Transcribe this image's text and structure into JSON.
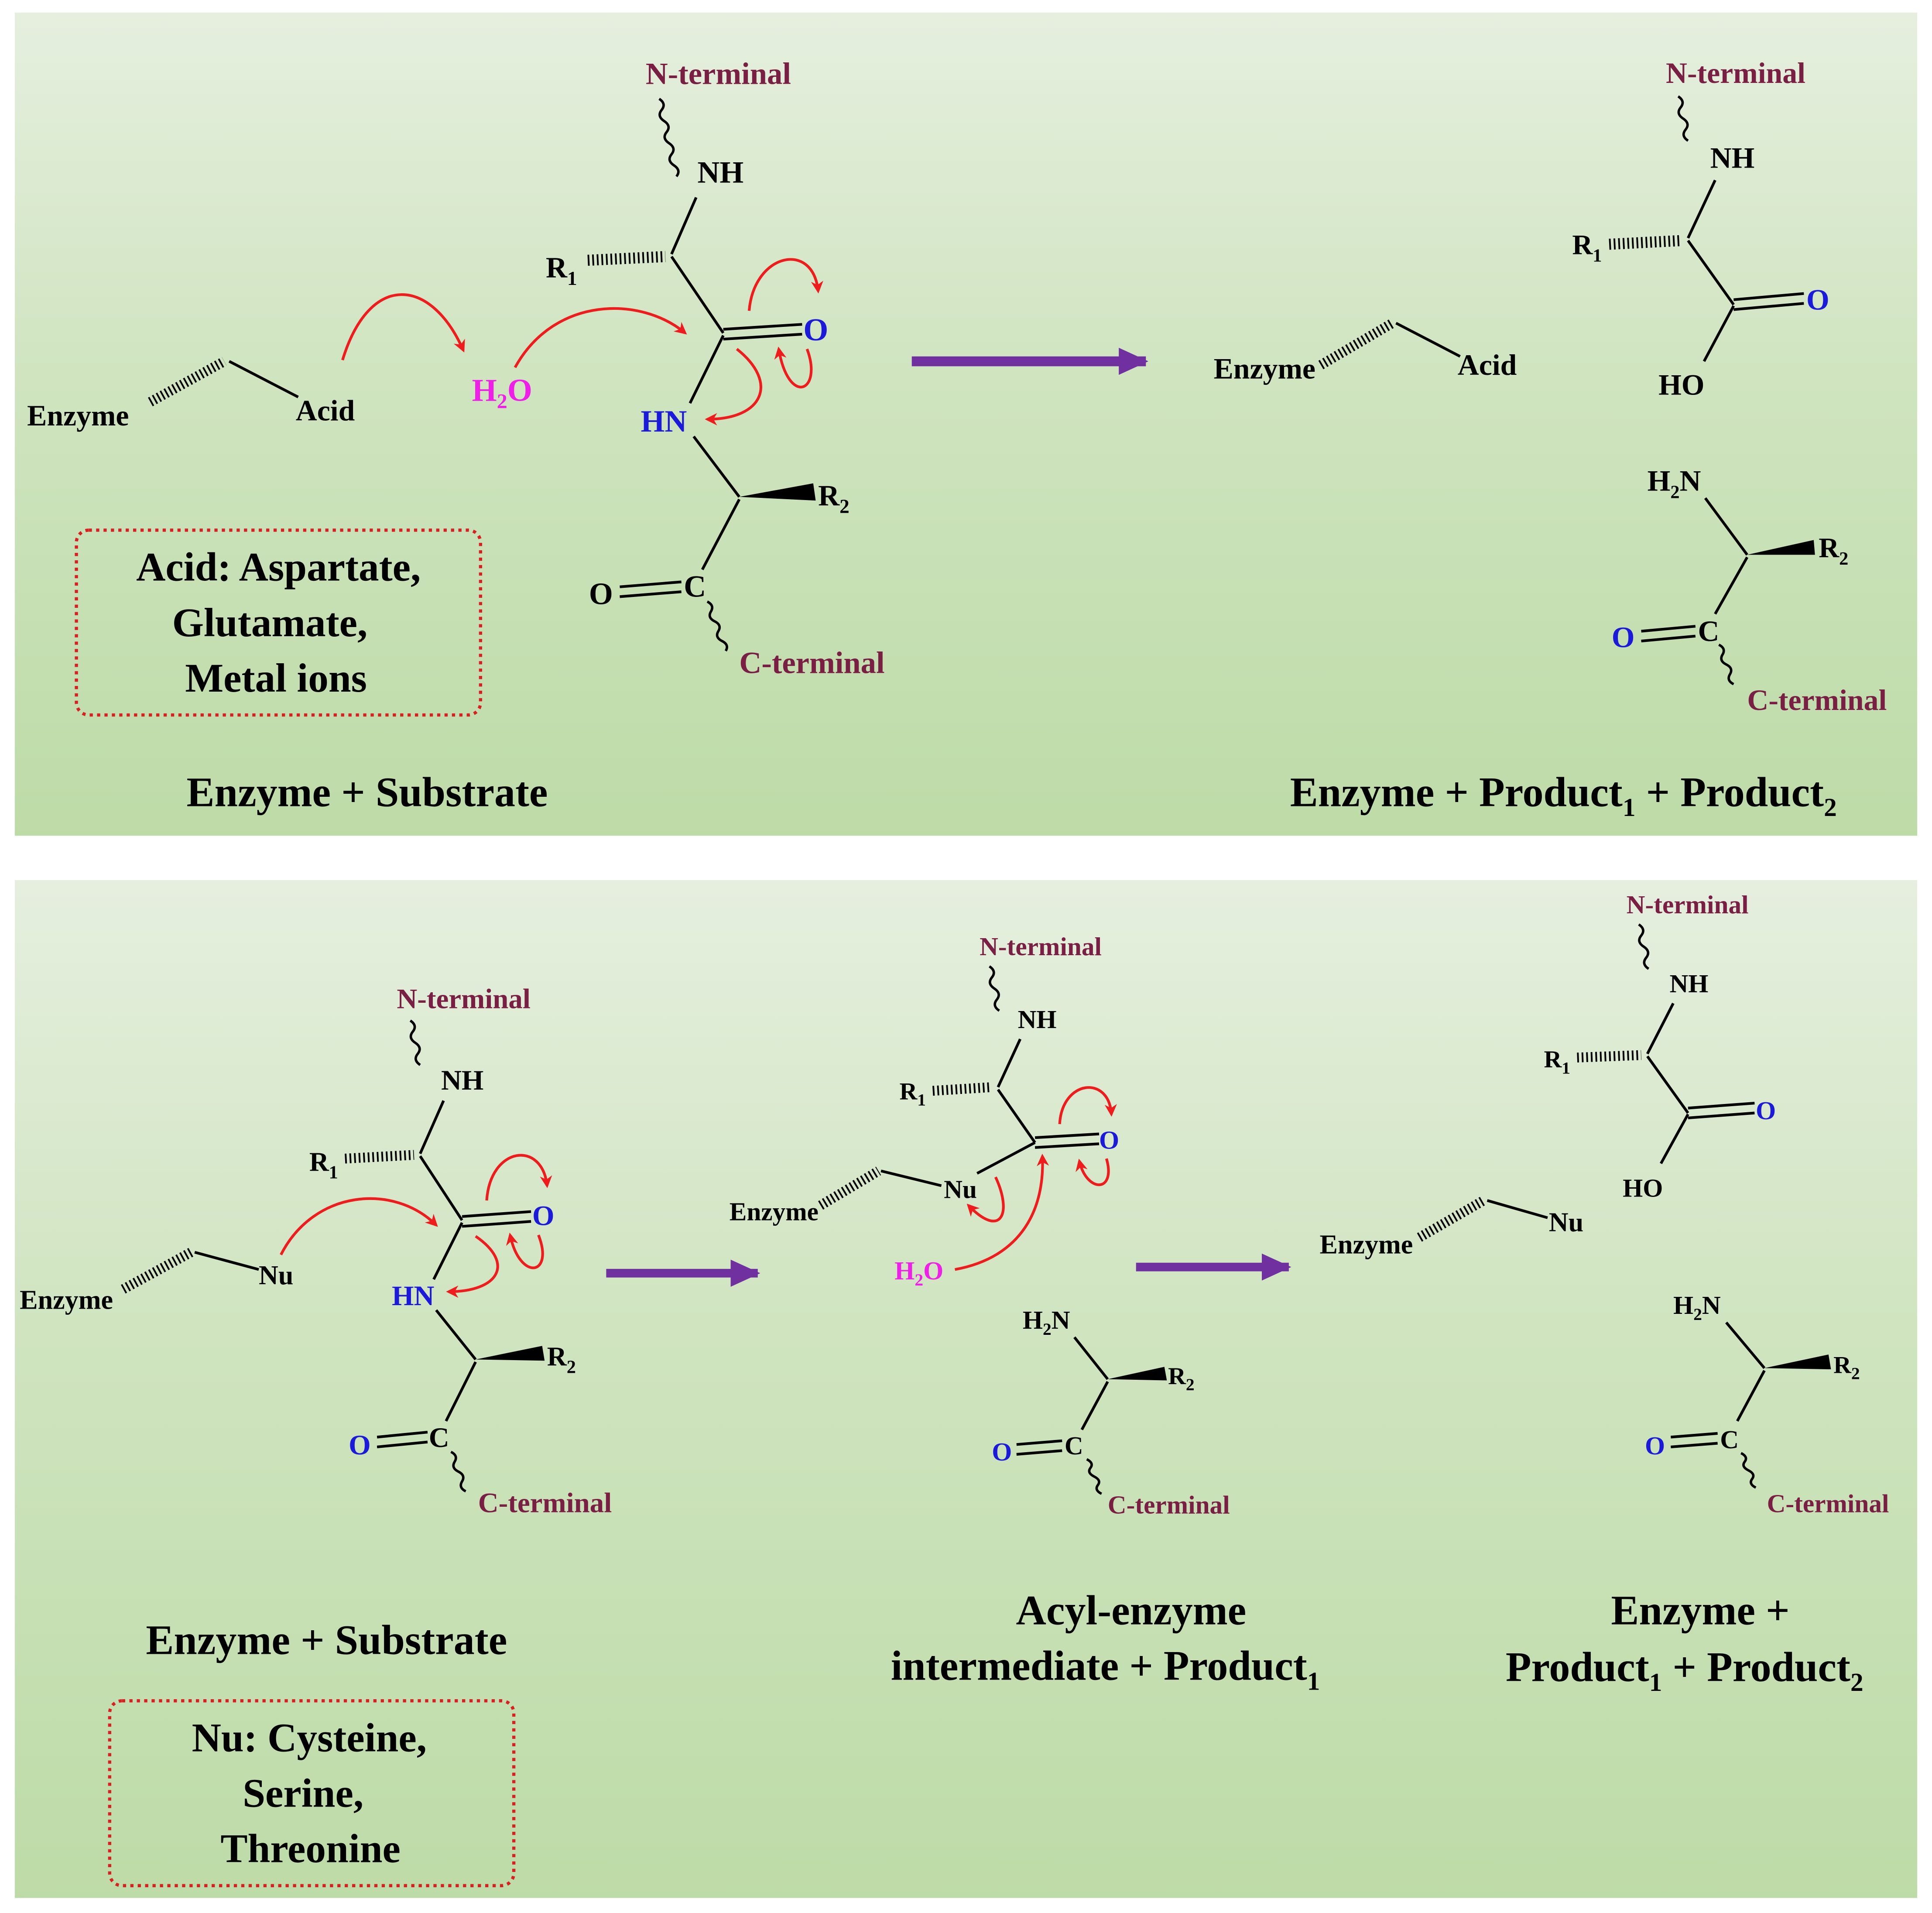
{
  "colors": {
    "panel_top": "#e6efdf",
    "panel_bottom": "#bddba7",
    "terminal_text": "#7a1f44",
    "oxygen_text": "#1a1ad8",
    "water_text": "#ee1fe6",
    "reaction_arrow": "#7030a0",
    "curved_arrow": "#ee1c1c",
    "box_border": "#d92020",
    "bond": "#000000"
  },
  "top_panel": {
    "enzyme_label": "Enzyme",
    "acid_label": "Acid",
    "water_H": "H",
    "water_sub": "2",
    "water_O": "O",
    "substrate": {
      "n_terminal": "N-terminal",
      "nh": "NH",
      "r1": "R",
      "r1_sub": "1",
      "o": "O",
      "hn": "HN",
      "r2": "R",
      "r2_sub": "2",
      "o2": "O",
      "c": "C",
      "c_terminal": "C-terminal"
    },
    "info_box_lines": [
      "Acid: Aspartate,",
      "Glutamate,",
      "Metal ions"
    ],
    "caption_left": "Enzyme + Substrate",
    "caption_right_a": "Enzyme + Product",
    "caption_right_b": " + Product",
    "caption_sub_1": "1",
    "caption_sub_2": "2",
    "product_enzyme_label": "Enzyme",
    "product_acid_label": "Acid",
    "product1": {
      "n_terminal": "N-terminal",
      "nh": "NH",
      "r1": "R",
      "r1_sub": "1",
      "o": "O",
      "ho": "HO"
    },
    "product2": {
      "h2n_H": "H",
      "h2n_sub": "2",
      "h2n_N": "N",
      "r2": "R",
      "r2_sub": "2",
      "o": "O",
      "c": "C",
      "c_terminal": "C-terminal"
    }
  },
  "bottom_panel": {
    "enzyme_label": "Enzyme",
    "nu_label": "Nu",
    "substrate": {
      "n_terminal": "N-terminal",
      "nh": "NH",
      "r1": "R",
      "r1_sub": "1",
      "o": "O",
      "hn": "HN",
      "r2": "R",
      "r2_sub": "2",
      "o2": "O",
      "c": "C",
      "c_terminal": "C-terminal"
    },
    "caption_left": "Enzyme + Substrate",
    "info_box_lines": [
      "Nu: Cysteine,",
      "Serine,",
      "Threonine"
    ],
    "intermediate": {
      "n_terminal": "N-terminal",
      "nh": "NH",
      "r1": "R",
      "r1_sub": "1",
      "o": "O",
      "enzyme_label": "Enzyme",
      "nu_label": "Nu",
      "water_H": "H",
      "water_sub": "2",
      "water_O": "O"
    },
    "intermediate_product1": {
      "h2n_H": "H",
      "h2n_sub": "2",
      "h2n_N": "N",
      "r2": "R",
      "r2_sub": "2",
      "o": "O",
      "c": "C",
      "c_terminal": "C-terminal"
    },
    "caption_middle_line1": "Acyl-enzyme",
    "caption_middle_line2": "intermediate + Product",
    "caption_middle_sub": "1",
    "final_enzyme_label": "Enzyme",
    "final_nu_label": "Nu",
    "final_product1": {
      "n_terminal": "N-terminal",
      "nh": "NH",
      "r1": "R",
      "r1_sub": "1",
      "o": "O",
      "ho": "HO"
    },
    "final_product2": {
      "h2n_H": "H",
      "h2n_sub": "2",
      "h2n_N": "N",
      "r2": "R",
      "r2_sub": "2",
      "o": "O",
      "c": "C",
      "c_terminal": "C-terminal"
    },
    "caption_right_line1": "Enzyme +",
    "caption_right_line2a": "Product",
    "caption_right_line2b": " + Product",
    "caption_right_sub1": "1",
    "caption_right_sub2": "2"
  }
}
